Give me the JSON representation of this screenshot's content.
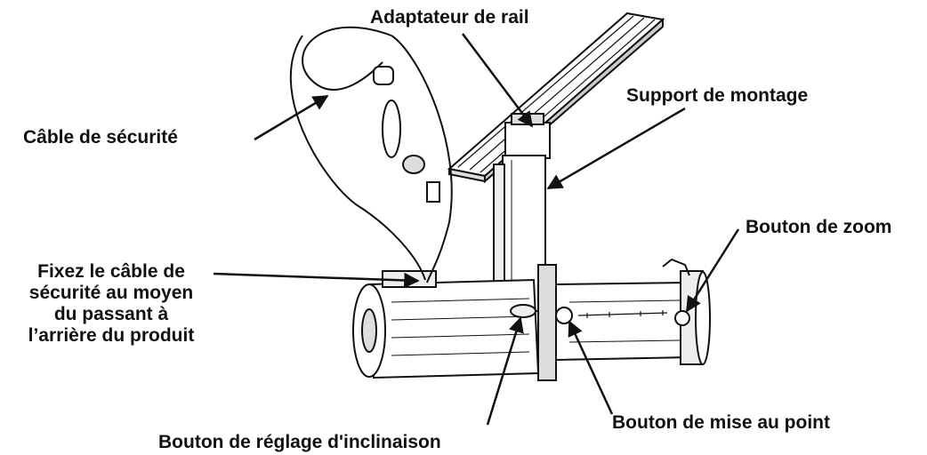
{
  "labels": {
    "rail_adapter": "Adaptateur de rail",
    "mounting_bracket": "Support de montage",
    "safety_cable": "Câble de sécurité",
    "zoom_knob": "Bouton de zoom",
    "safety_cable_attach": [
      "Fixez le câble de",
      "sécurité au moyen",
      "du passant à",
      "l’arrière du produit"
    ],
    "focus_knob": "Bouton de mise au point",
    "tilt_knob": "Bouton de réglage d'inclinaison"
  },
  "colors": {
    "ink": "#111111",
    "body_fill": "#ffffff",
    "shade": "#d8d8d8"
  }
}
